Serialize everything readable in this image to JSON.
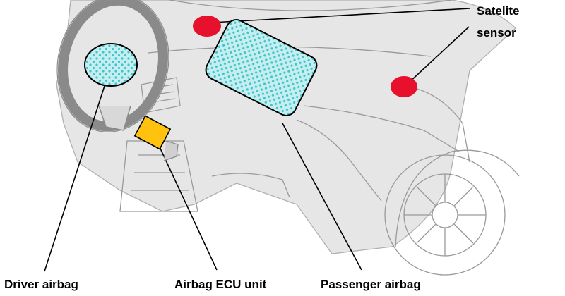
{
  "labels": {
    "satellite_sensor_line1": "Satelite",
    "satellite_sensor_line2": "sensor",
    "driver_airbag": "Driver airbag",
    "airbag_ecu_unit": "Airbag ECU unit",
    "passenger_airbag": "Passenger airbag"
  },
  "colors": {
    "background": "#ffffff",
    "car_fill": "#e6e6e6",
    "car_line": "#9a9a9a",
    "sensor": "#e8112d",
    "airbag_fill": "#c6eef0",
    "airbag_dots": "#3cc6cc",
    "ecu": "#ffc20e",
    "leader_line": "#000000"
  }
}
